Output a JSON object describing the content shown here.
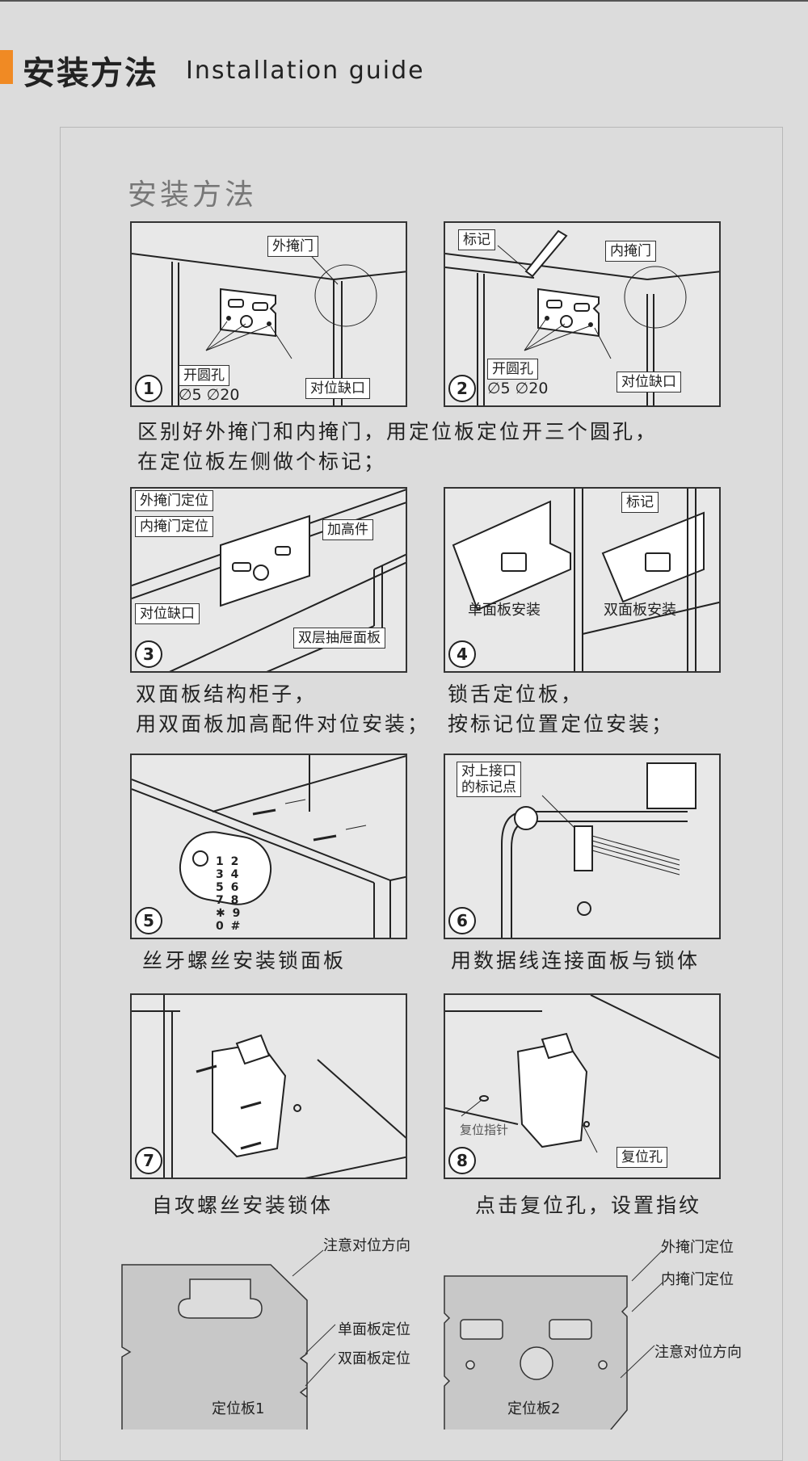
{
  "header": {
    "title_cn": "安装方法",
    "title_en": "Installation guide"
  },
  "section_title": "安装方法",
  "steps": [
    {
      "num": "1",
      "labels": {
        "door": "外掩门",
        "holes": "开圆孔",
        "sizes": "∅5 ∅20",
        "notch": "对位缺口"
      }
    },
    {
      "num": "2",
      "labels": {
        "mark": "标记",
        "door": "内掩门",
        "holes": "开圆孔",
        "sizes": "∅5 ∅20",
        "notch": "对位缺口"
      }
    },
    {
      "num": "3",
      "labels": {
        "outer": "外掩门定位",
        "inner": "内掩门定位",
        "riser": "加高件",
        "notch": "对位缺口",
        "drawer": "双层抽屉面板"
      }
    },
    {
      "num": "4",
      "labels": {
        "mark": "标记",
        "single": "单面板安装",
        "double": "双面板安装"
      }
    },
    {
      "num": "5",
      "labels": {
        "keys": "1 2 3 4 5 6 7 8 ✱ 9 0 #"
      }
    },
    {
      "num": "6",
      "labels": {
        "point": "对上接口\n的标记点"
      }
    },
    {
      "num": "7",
      "labels": {}
    },
    {
      "num": "8",
      "labels": {
        "pin": "复位指针",
        "hole": "复位孔"
      }
    }
  ],
  "descriptions": {
    "d12_line1": "区别好外掩门和内掩门，用定位板定位开三个圆孔，",
    "d12_line2": "在定位板左侧做个标记；",
    "d3_line1": "双面板结构柜子，",
    "d3_line2": "用双面板加高配件对位安装；",
    "d4_line1": "锁舌定位板，",
    "d4_line2": "按标记位置定位安装；",
    "d5": "丝牙螺丝安装锁面板",
    "d6": "用数据线连接面板与锁体",
    "d7": "自攻螺丝安装锁体",
    "d8": "点击复位孔，设置指纹"
  },
  "plates": {
    "p1": {
      "caption": "定位板1",
      "note_dir": "注意对位方向",
      "single": "单面板定位",
      "double": "双面板定位"
    },
    "p2": {
      "caption": "定位板2",
      "outer": "外掩门定位",
      "inner": "内掩门定位",
      "note_dir": "注意对位方向"
    }
  },
  "colors": {
    "accent": "#f08a24",
    "plate": "#c8c8c8"
  }
}
